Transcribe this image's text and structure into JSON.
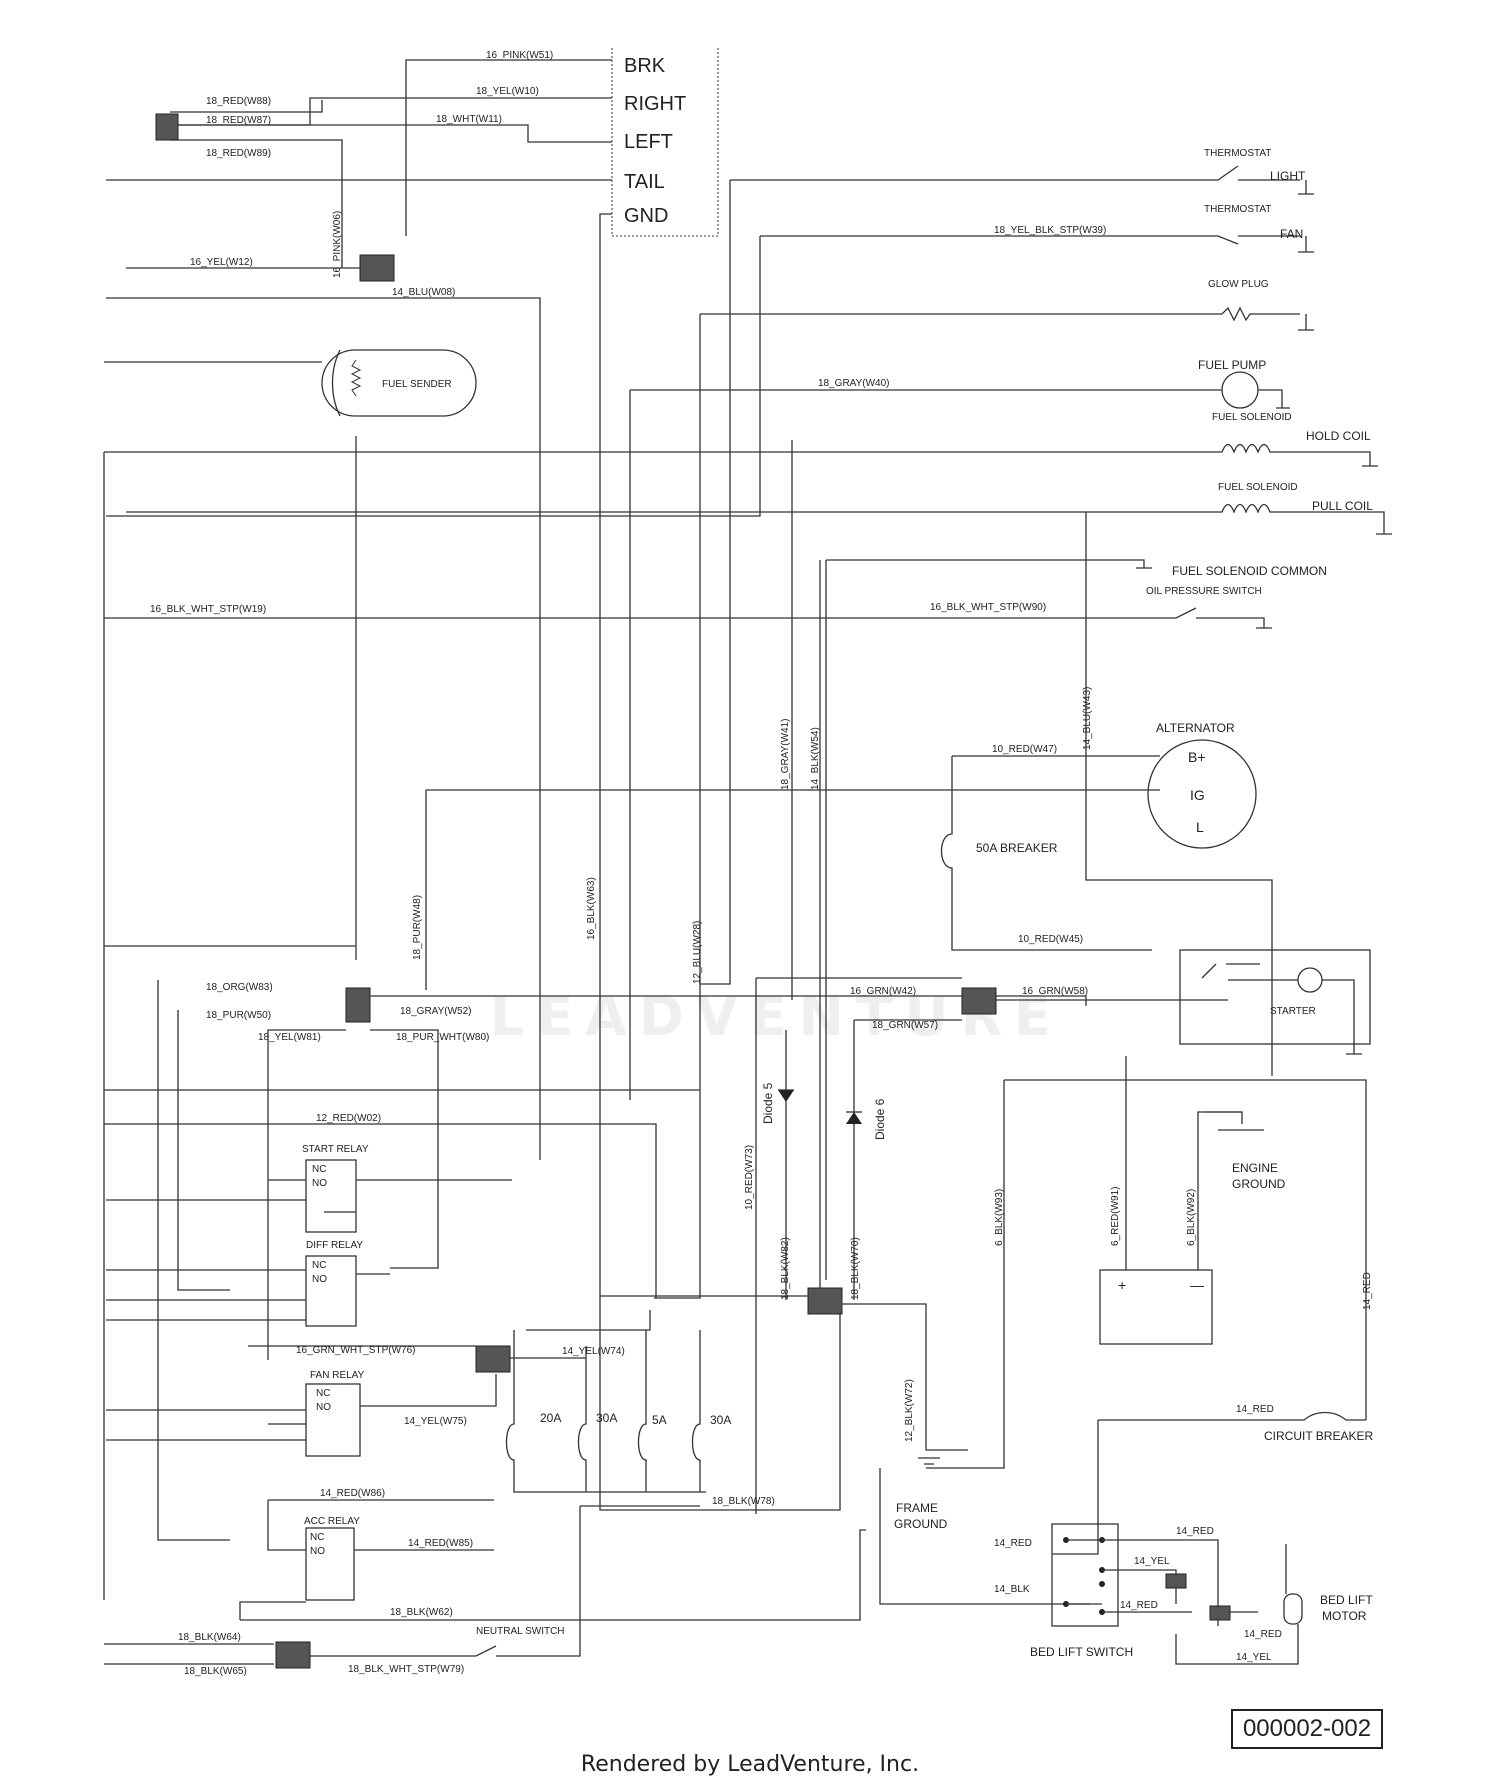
{
  "footer": "Rendered by LeadVenture, Inc.",
  "part_number": "000002-002",
  "watermark": "LEADVENTURE",
  "labels": {
    "brk": "BRK",
    "right": "RIGHT",
    "left": "LEFT",
    "tail": "TAIL",
    "gnd": "GND",
    "w51": "16_PINK(W51)",
    "w10": "18_YEL(W10)",
    "w11": "18_WHT(W11)",
    "w88": "18_RED(W88)",
    "w87": "18_RED(W87)",
    "w89": "18_RED(W89)",
    "w06": "16_PINK(W06)",
    "w12": "16_YEL(W12)",
    "w08": "14_BLU(W08)",
    "fuel_sender": "FUEL SENDER",
    "thermostat1": "THERMOSTAT",
    "light": "LIGHT",
    "thermostat2": "THERMOSTAT",
    "fan": "FAN",
    "w39": "18_YEL_BLK_STP(W39)",
    "glow_plug": "GLOW PLUG",
    "fuel_pump": "FUEL PUMP",
    "w40": "18_GRAY(W40)",
    "fuel_solenoid1": "FUEL SOLENOID",
    "hold_coil": "HOLD COIL",
    "fuel_solenoid2": "FUEL SOLENOID",
    "pull_coil": "PULL COIL",
    "fuel_solenoid_common": "FUEL SOLENOID COMMON",
    "oil_pressure_switch": "OIL PRESSURE SWITCH",
    "w19": "16_BLK_WHT_STP(W19)",
    "w90": "16_BLK_WHT_STP(W90)",
    "alternator": "ALTERNATOR",
    "bplus": "B+",
    "ig": "IG",
    "l": "L",
    "w47": "10_RED(W47)",
    "w43": "14_BLU(W43)",
    "w41": "18_GRAY(W41)",
    "w54": "14_BLK(W54)",
    "breaker50": "50A BREAKER",
    "w48": "18_PUR(W48)",
    "w63": "16_BLK(W63)",
    "w28": "12_BLU(W28)",
    "w45": "10_RED(W45)",
    "starter": "STARTER",
    "w83": "18_ORG(W83)",
    "w50": "18_PUR(W50)",
    "w52": "18_GRAY(W52)",
    "w81": "18_YEL(W81)",
    "w80": "18_PUR_WHT(W80)",
    "w42": "16_GRN(W42)",
    "w58": "16_GRN(W58)",
    "w57": "18_GRN(W57)",
    "diode5": "Diode 5",
    "diode6": "Diode 6",
    "w02": "12_RED(W02)",
    "start_relay": "START RELAY",
    "diff_relay": "DIFF RELAY",
    "fan_relay": "FAN RELAY",
    "acc_relay": "ACC RELAY",
    "nc": "NC",
    "no": "NO",
    "engine_ground": "ENGINE",
    "engine_ground2": "GROUND",
    "w73": "10_RED(W73)",
    "w93": "6_BLK(W93)",
    "w91": "6_RED(W91)",
    "w92": "6_BLK(W92)",
    "red14": "14_RED",
    "w82": "18_BLK(W82)",
    "w70": "18_BLK(W70)",
    "w76": "16_GRN_WHT_STP(W76)",
    "w74": "14_YEL(W74)",
    "w75": "14_YEL(W75)",
    "f20a": "20A",
    "f30a1": "30A",
    "f5a": "5A",
    "f30a2": "30A",
    "w72": "12_BLK(W72)",
    "circuit_breaker": "CIRCUIT BREAKER",
    "cb_red": "14_RED",
    "frame_ground": "FRAME",
    "frame_ground2": "GROUND",
    "w78": "18_BLK(W78)",
    "w86": "14_RED(W86)",
    "w85": "14_RED(W85)",
    "w62": "18_BLK(W62)",
    "sw_red1": "14_RED",
    "sw_red2": "14_RED",
    "sw_yel1": "14_YEL",
    "sw_blk": "14_BLK",
    "sw_red3": "14_RED",
    "sw_red4": "14_RED",
    "sw_yel2": "14_YEL",
    "bed_lift_switch": "BED LIFT SWITCH",
    "bed_lift_motor": "BED LIFT",
    "bed_lift_motor2": "MOTOR",
    "w64": "18_BLK(W64)",
    "w65": "18_BLK(W65)",
    "neutral_switch": "NEUTRAL SWITCH",
    "w79": "18_BLK_WHT_STP(W79)"
  }
}
